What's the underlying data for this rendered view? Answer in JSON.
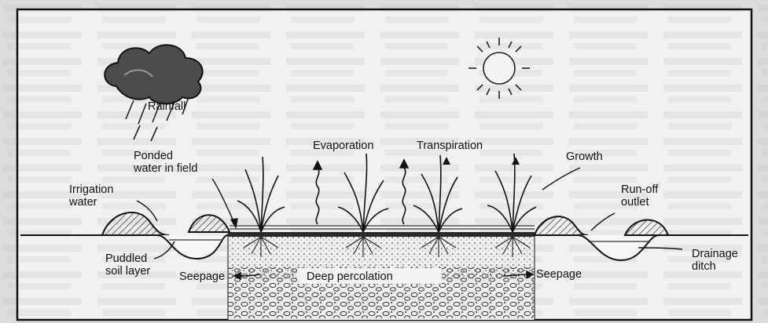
{
  "labels": {
    "rainfall": "Rainfall",
    "ponded_water": "Ponded\nwater in field",
    "evaporation": "Evaporation",
    "transpiration": "Transpiration",
    "growth": "Growth",
    "irrigation_water": "Irrigation\nwater",
    "runoff_outlet": "Run-off\noutlet",
    "drainage_ditch": "Drainage\nditch",
    "puddled_soil": "Puddled\nsoil layer",
    "seepage_left": "Seepage",
    "deep_percolation": "Deep percolation",
    "seepage_right": "Seepage"
  },
  "colors": {
    "ink": "#1a1a1a",
    "paper": "#f4f4f4",
    "background_scan": "#dedede",
    "cloud_dark": "#4a4a4a",
    "soil_dots": "#6b6b6b"
  }
}
